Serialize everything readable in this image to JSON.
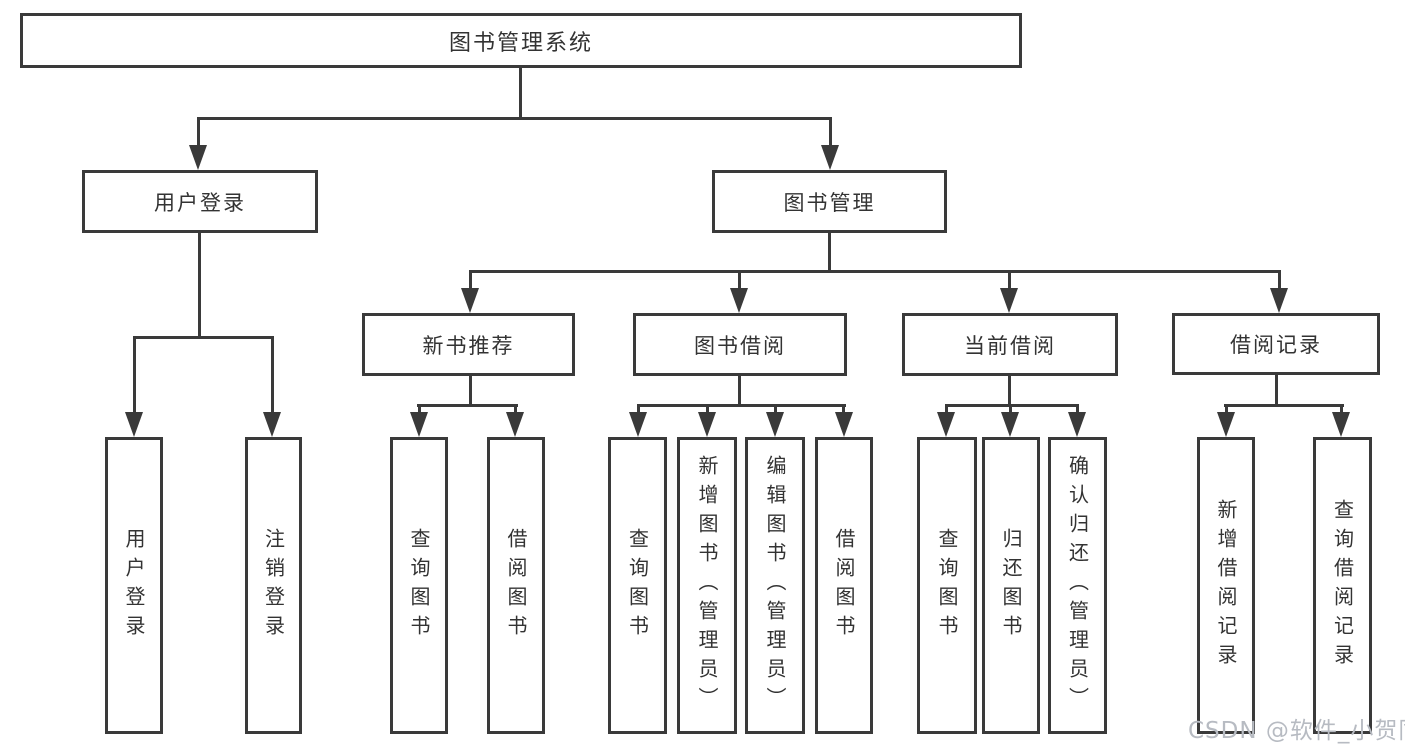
{
  "diagram": {
    "root": {
      "label": "图书管理系统"
    },
    "branches": [
      {
        "label": "用户登录",
        "children": [
          {
            "label": "用户登录"
          },
          {
            "label": "注销登录"
          }
        ]
      },
      {
        "label": "图书管理",
        "children": [
          {
            "label": "新书推荐",
            "children": [
              {
                "label": "查询图书"
              },
              {
                "label": "借阅图书"
              }
            ]
          },
          {
            "label": "图书借阅",
            "children": [
              {
                "label": "查询图书"
              },
              {
                "label": "新增图书（管理员）"
              },
              {
                "label": "编辑图书（管理员）"
              },
              {
                "label": "借阅图书"
              }
            ]
          },
          {
            "label": "当前借阅",
            "children": [
              {
                "label": "查询图书"
              },
              {
                "label": "归还图书"
              },
              {
                "label": "确认归还（管理员）"
              }
            ]
          },
          {
            "label": "借阅记录",
            "children": [
              {
                "label": "新增借阅记录"
              },
              {
                "label": "查询借阅记录"
              }
            ]
          }
        ]
      }
    ]
  },
  "watermark": {
    "text": "CSDN @软件_小贺同学"
  },
  "colors": {
    "line": "#3a3a3a",
    "text": "#333333",
    "background": "#ffffff",
    "watermark": "#b7bbc2"
  }
}
